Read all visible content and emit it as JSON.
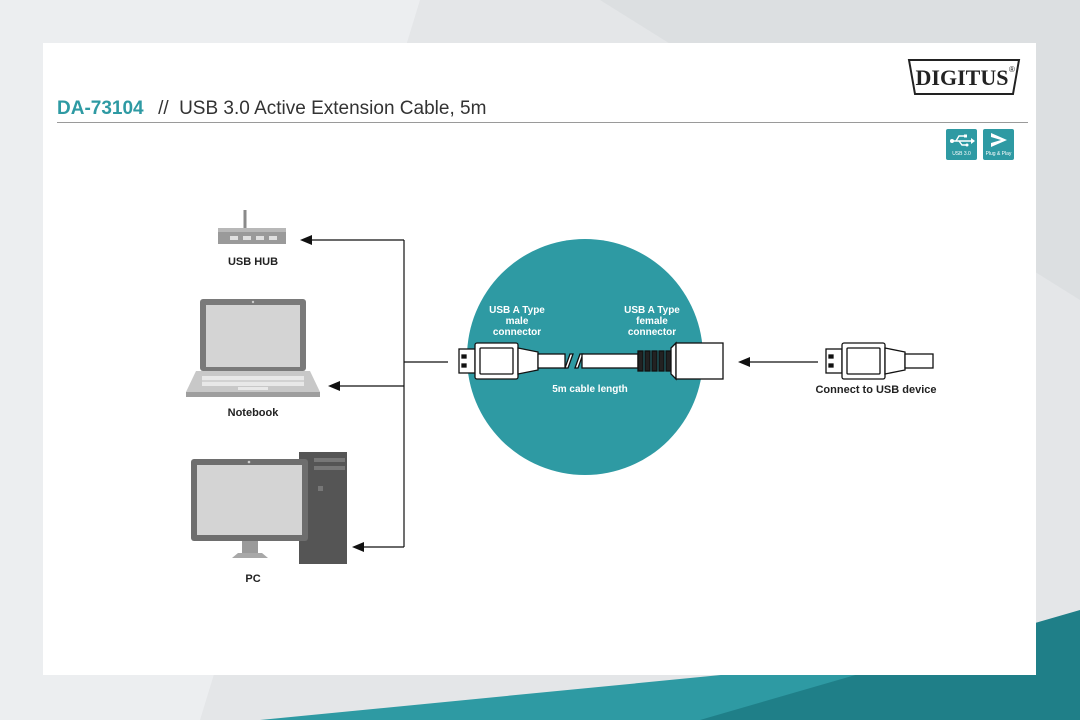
{
  "header": {
    "model": "DA-73104",
    "separator": "//",
    "title": "USB 3.0 Active Extension Cable, 5m"
  },
  "brand": {
    "logo_text": "DIGITUS",
    "registered": "®"
  },
  "badges": [
    {
      "icon": "usb-icon",
      "label": "USB 3.0"
    },
    {
      "icon": "plug-and-play-icon",
      "label": "Plug & Play"
    }
  ],
  "devices": {
    "usb_hub": "USB HUB",
    "notebook": "Notebook",
    "pc": "PC"
  },
  "cable": {
    "male_connector": "USB A Type\nmale\nconnector",
    "female_connector": "USB A Type\nfemale\nconnector",
    "length": "5m cable length"
  },
  "target": {
    "label": "Connect to USB device"
  },
  "colors": {
    "accent": "#2e9aa3",
    "gray": "#7a7a7a"
  }
}
